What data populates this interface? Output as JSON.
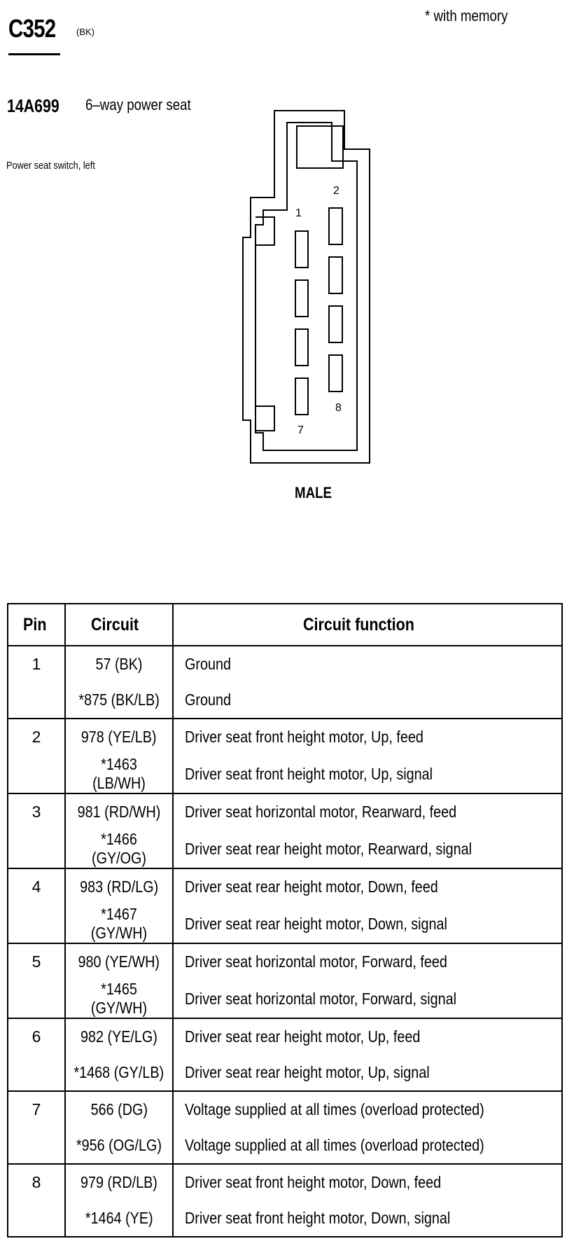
{
  "header": {
    "connector_id": "C352",
    "connector_color": "(BK)",
    "memory_note": "*   with memory",
    "part_number": "14A699",
    "part_description": "6–way power seat",
    "component_description": "Power seat switch, left"
  },
  "diagram": {
    "pin_labels": {
      "pin1": "1",
      "pin2": "2",
      "pin7": "7",
      "pin8": "8"
    },
    "gender": "MALE"
  },
  "table": {
    "headers": {
      "pin": "Pin",
      "circuit": "Circuit",
      "function": "Circuit function"
    },
    "rows": [
      {
        "pin": "1",
        "circuits": [
          {
            "circuit": "57 (BK)",
            "function": "Ground"
          },
          {
            "circuit": "*875 (BK/LB)",
            "function": "Ground"
          }
        ]
      },
      {
        "pin": "2",
        "circuits": [
          {
            "circuit": "978 (YE/LB)",
            "function": "Driver seat front height motor, Up, feed"
          },
          {
            "circuit": "*1463 (LB/WH)",
            "function": "Driver seat front height motor, Up, signal"
          }
        ]
      },
      {
        "pin": "3",
        "circuits": [
          {
            "circuit": "981 (RD/WH)",
            "function": "Driver seat horizontal motor, Rearward, feed"
          },
          {
            "circuit": "*1466 (GY/OG)",
            "function": "Driver seat rear height motor, Rearward, signal"
          }
        ]
      },
      {
        "pin": "4",
        "circuits": [
          {
            "circuit": "983 (RD/LG)",
            "function": "Driver seat rear height motor, Down, feed"
          },
          {
            "circuit": "*1467 (GY/WH)",
            "function": "Driver seat rear height motor, Down, signal"
          }
        ]
      },
      {
        "pin": "5",
        "circuits": [
          {
            "circuit": "980 (YE/WH)",
            "function": "Driver seat horizontal motor, Forward, feed"
          },
          {
            "circuit": "*1465 (GY/WH)",
            "function": "Driver seat horizontal motor, Forward, signal"
          }
        ]
      },
      {
        "pin": "6",
        "circuits": [
          {
            "circuit": "982 (YE/LG)",
            "function": "Driver seat rear height motor, Up, feed"
          },
          {
            "circuit": "*1468 (GY/LB)",
            "function": "Driver seat rear height motor, Up, signal"
          }
        ]
      },
      {
        "pin": "7",
        "circuits": [
          {
            "circuit": "566 (DG)",
            "function": "Voltage supplied at all times (overload protected)"
          },
          {
            "circuit": "*956 (OG/LG)",
            "function": "Voltage supplied at all times (overload protected)"
          }
        ]
      },
      {
        "pin": "8",
        "circuits": [
          {
            "circuit": "979 (RD/LB)",
            "function": "Driver seat front height motor, Down, feed"
          },
          {
            "circuit": "*1464 (YE)",
            "function": "Driver seat front height motor, Down, signal"
          }
        ]
      }
    ]
  }
}
